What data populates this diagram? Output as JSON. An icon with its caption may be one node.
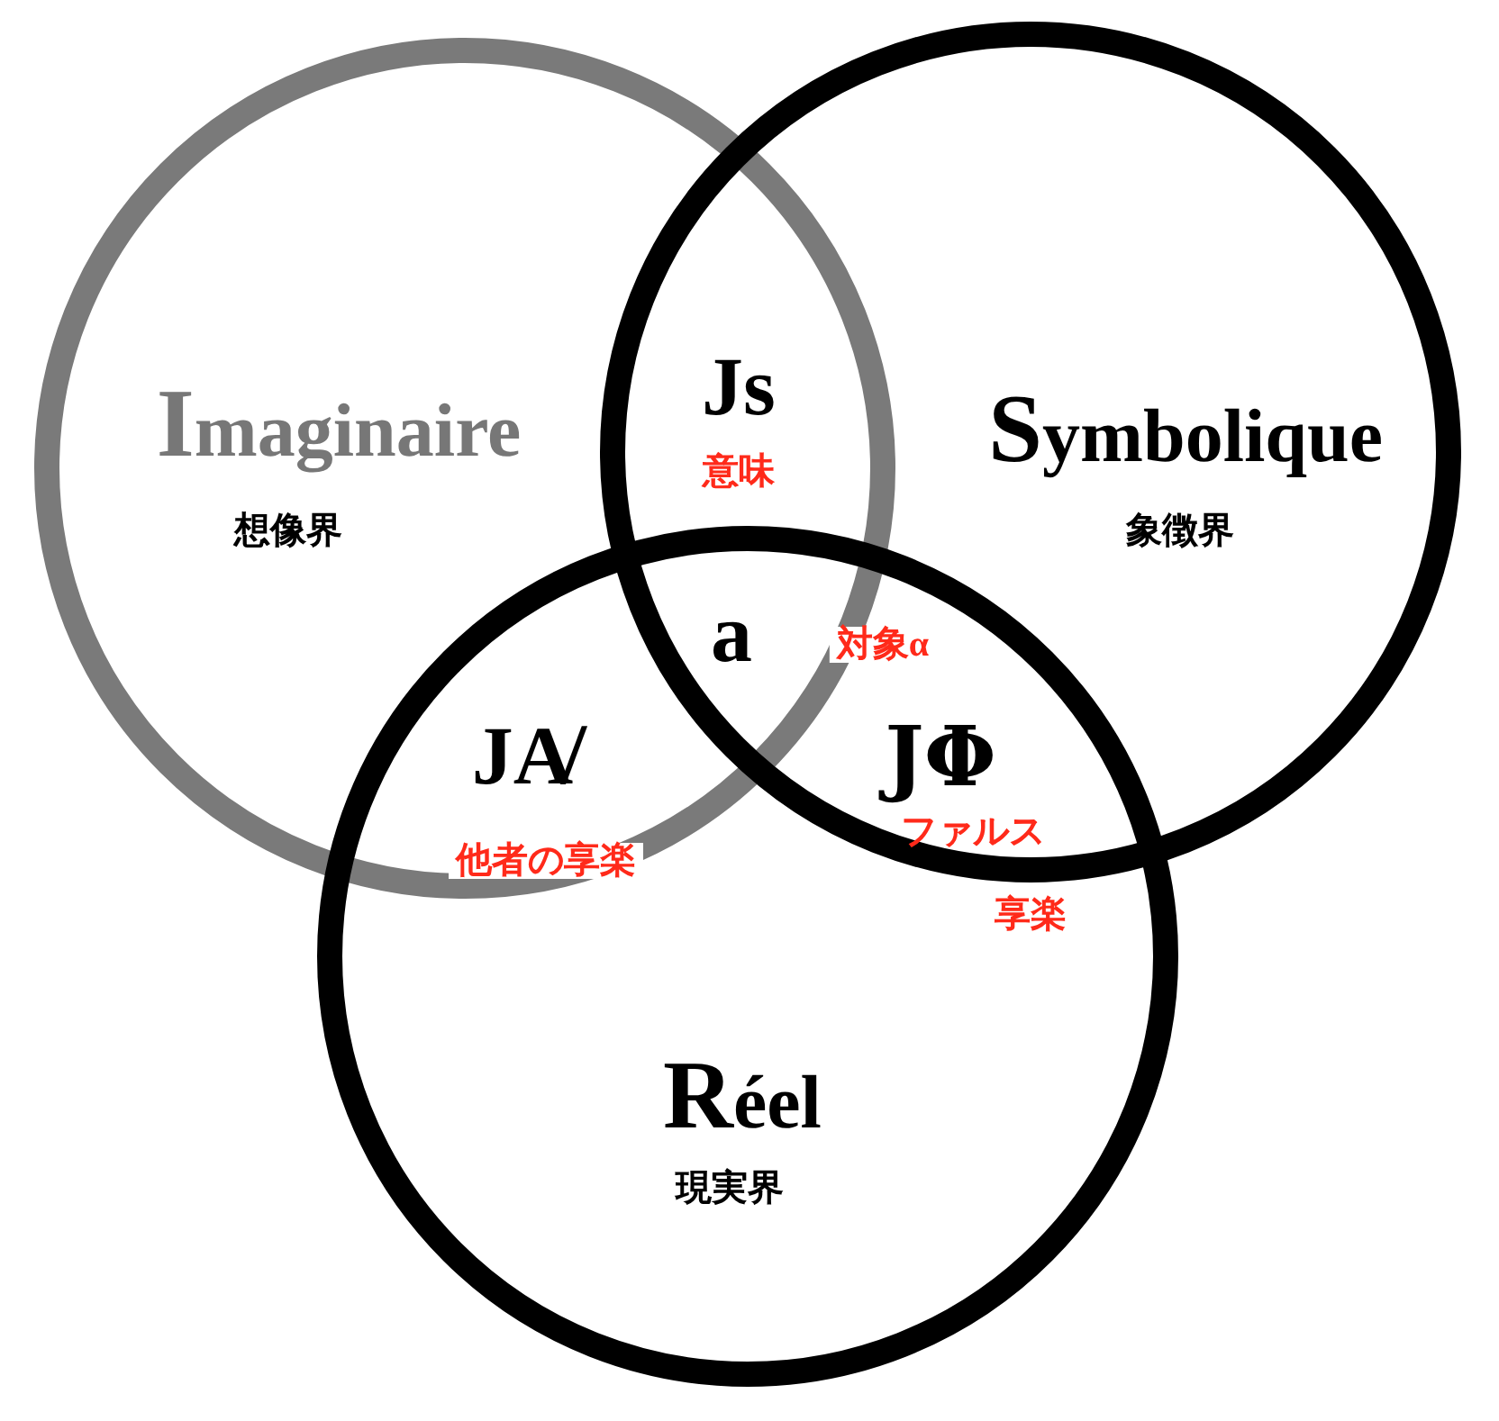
{
  "diagram": {
    "nodes": [
      {
        "text": [
          "Imaginaire",
          "想像界"
        ]
      },
      {
        "text": [
          "Symbolique",
          "象徴界"
        ]
      },
      {
        "text": [
          "Réel",
          "現実界"
        ]
      }
    ],
    "labels": [
      "Js",
      "意味",
      "a",
      "対象α",
      "JA̸",
      "他者の享楽",
      "JΦ",
      "ファルス",
      "享楽"
    ]
  }
}
